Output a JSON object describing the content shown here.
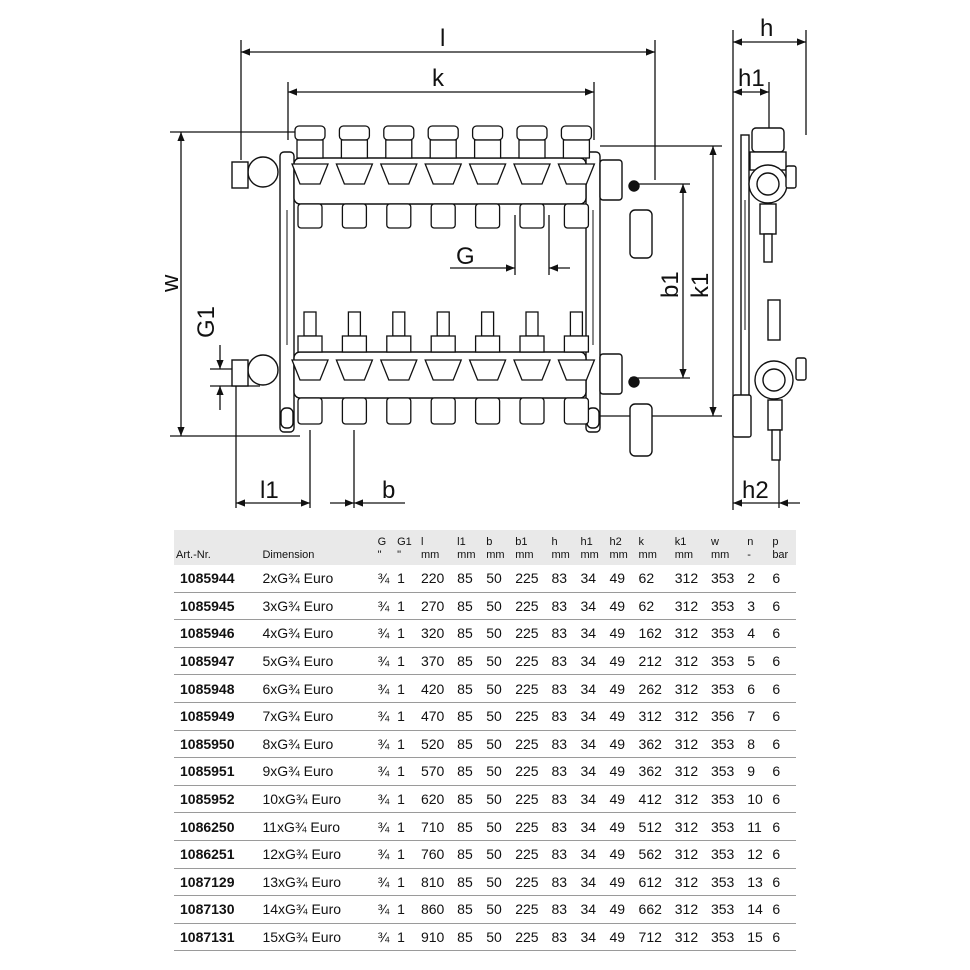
{
  "drawing": {
    "labels": {
      "l": "l",
      "k": "k",
      "h": "h",
      "h1": "h1",
      "w": "w",
      "G1": "G1",
      "G": "G",
      "b1": "b1",
      "k1": "k1",
      "l1": "l1",
      "b": "b",
      "h2": "h2"
    },
    "circuits": 7
  },
  "table": {
    "headers": [
      {
        "top": "",
        "bottom": "Art.-Nr."
      },
      {
        "top": "",
        "bottom": "Dimension"
      },
      {
        "top": "G",
        "bottom": "\""
      },
      {
        "top": "G1",
        "bottom": "\""
      },
      {
        "top": "l",
        "bottom": "mm"
      },
      {
        "top": "l1",
        "bottom": "mm"
      },
      {
        "top": "b",
        "bottom": "mm"
      },
      {
        "top": "b1",
        "bottom": "mm"
      },
      {
        "top": "h",
        "bottom": "mm"
      },
      {
        "top": "h1",
        "bottom": "mm"
      },
      {
        "top": "h2",
        "bottom": "mm"
      },
      {
        "top": "k",
        "bottom": "mm"
      },
      {
        "top": "k1",
        "bottom": "mm"
      },
      {
        "top": "w",
        "bottom": "mm"
      },
      {
        "top": "n",
        "bottom": "-"
      },
      {
        "top": "p",
        "bottom": "bar"
      }
    ],
    "rows": [
      [
        "1085944",
        "2xG¾ Euro",
        "¾",
        "1",
        "220",
        "85",
        "50",
        "225",
        "83",
        "34",
        "49",
        "62",
        "312",
        "353",
        "2",
        "6"
      ],
      [
        "1085945",
        "3xG¾ Euro",
        "¾",
        "1",
        "270",
        "85",
        "50",
        "225",
        "83",
        "34",
        "49",
        "62",
        "312",
        "353",
        "3",
        "6"
      ],
      [
        "1085946",
        "4xG¾ Euro",
        "¾",
        "1",
        "320",
        "85",
        "50",
        "225",
        "83",
        "34",
        "49",
        "162",
        "312",
        "353",
        "4",
        "6"
      ],
      [
        "1085947",
        "5xG¾ Euro",
        "¾",
        "1",
        "370",
        "85",
        "50",
        "225",
        "83",
        "34",
        "49",
        "212",
        "312",
        "353",
        "5",
        "6"
      ],
      [
        "1085948",
        "6xG¾ Euro",
        "¾",
        "1",
        "420",
        "85",
        "50",
        "225",
        "83",
        "34",
        "49",
        "262",
        "312",
        "353",
        "6",
        "6"
      ],
      [
        "1085949",
        "7xG¾ Euro",
        "¾",
        "1",
        "470",
        "85",
        "50",
        "225",
        "83",
        "34",
        "49",
        "312",
        "312",
        "356",
        "7",
        "6"
      ],
      [
        "1085950",
        "8xG¾ Euro",
        "¾",
        "1",
        "520",
        "85",
        "50",
        "225",
        "83",
        "34",
        "49",
        "362",
        "312",
        "353",
        "8",
        "6"
      ],
      [
        "1085951",
        "9xG¾ Euro",
        "¾",
        "1",
        "570",
        "85",
        "50",
        "225",
        "83",
        "34",
        "49",
        "362",
        "312",
        "353",
        "9",
        "6"
      ],
      [
        "1085952",
        "10xG¾ Euro",
        "¾",
        "1",
        "620",
        "85",
        "50",
        "225",
        "83",
        "34",
        "49",
        "412",
        "312",
        "353",
        "10",
        "6"
      ],
      [
        "1086250",
        "11xG¾ Euro",
        "¾",
        "1",
        "710",
        "85",
        "50",
        "225",
        "83",
        "34",
        "49",
        "512",
        "312",
        "353",
        "11",
        "6"
      ],
      [
        "1086251",
        "12xG¾ Euro",
        "¾",
        "1",
        "760",
        "85",
        "50",
        "225",
        "83",
        "34",
        "49",
        "562",
        "312",
        "353",
        "12",
        "6"
      ],
      [
        "1087129",
        "13xG¾ Euro",
        "¾",
        "1",
        "810",
        "85",
        "50",
        "225",
        "83",
        "34",
        "49",
        "612",
        "312",
        "353",
        "13",
        "6"
      ],
      [
        "1087130",
        "14xG¾ Euro",
        "¾",
        "1",
        "860",
        "85",
        "50",
        "225",
        "83",
        "34",
        "49",
        "662",
        "312",
        "353",
        "14",
        "6"
      ],
      [
        "1087131",
        "15xG¾ Euro",
        "¾",
        "1",
        "910",
        "85",
        "50",
        "225",
        "83",
        "34",
        "49",
        "712",
        "312",
        "353",
        "15",
        "6"
      ]
    ]
  }
}
